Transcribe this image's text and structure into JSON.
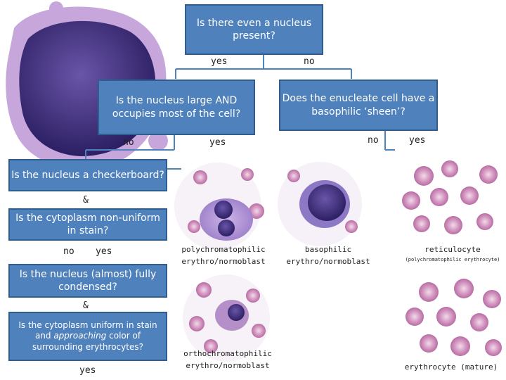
{
  "questions": {
    "q1": "Is there even a nucleus present?",
    "q2": "Is the nucleus large AND occupies most of the cell?",
    "q3": "Does the enucleate cell have a basophilic ‘sheen’?",
    "q4": "Is the nucleus a checkerboard?",
    "q5": "Is the cytoplasm non-uniform in stain?",
    "q6": "Is the nucleus (almost) fully condensed?",
    "q7a": "Is the cytoplasm uniform in stain and ",
    "q7b": "approaching",
    "q7c": " color of surrounding erythrocytes?"
  },
  "answers": {
    "yes": "yes",
    "no": "no",
    "and": "&"
  },
  "captions": {
    "polychromatophilic": [
      "polychromatophilic",
      "erythro/normoblast"
    ],
    "basophilic": [
      "basophilic",
      "erythro/normoblast"
    ],
    "reticulocyte": "reticulocyte",
    "reticulocyte_sub": "(polychromatophilic erythrocyte)",
    "orthochromatophilic": [
      "orthochromatophilic",
      "erythro/normoblast"
    ],
    "erythrocyte": "erythrocyte (mature)"
  },
  "colors": {
    "box_fill": "#4f81bd",
    "box_border": "#2e5d8f",
    "connector": "#4f81bd",
    "nucleus": "#3b2a7a",
    "cytoplasm": "#b79ad6",
    "rbc": "#c98bb8"
  }
}
